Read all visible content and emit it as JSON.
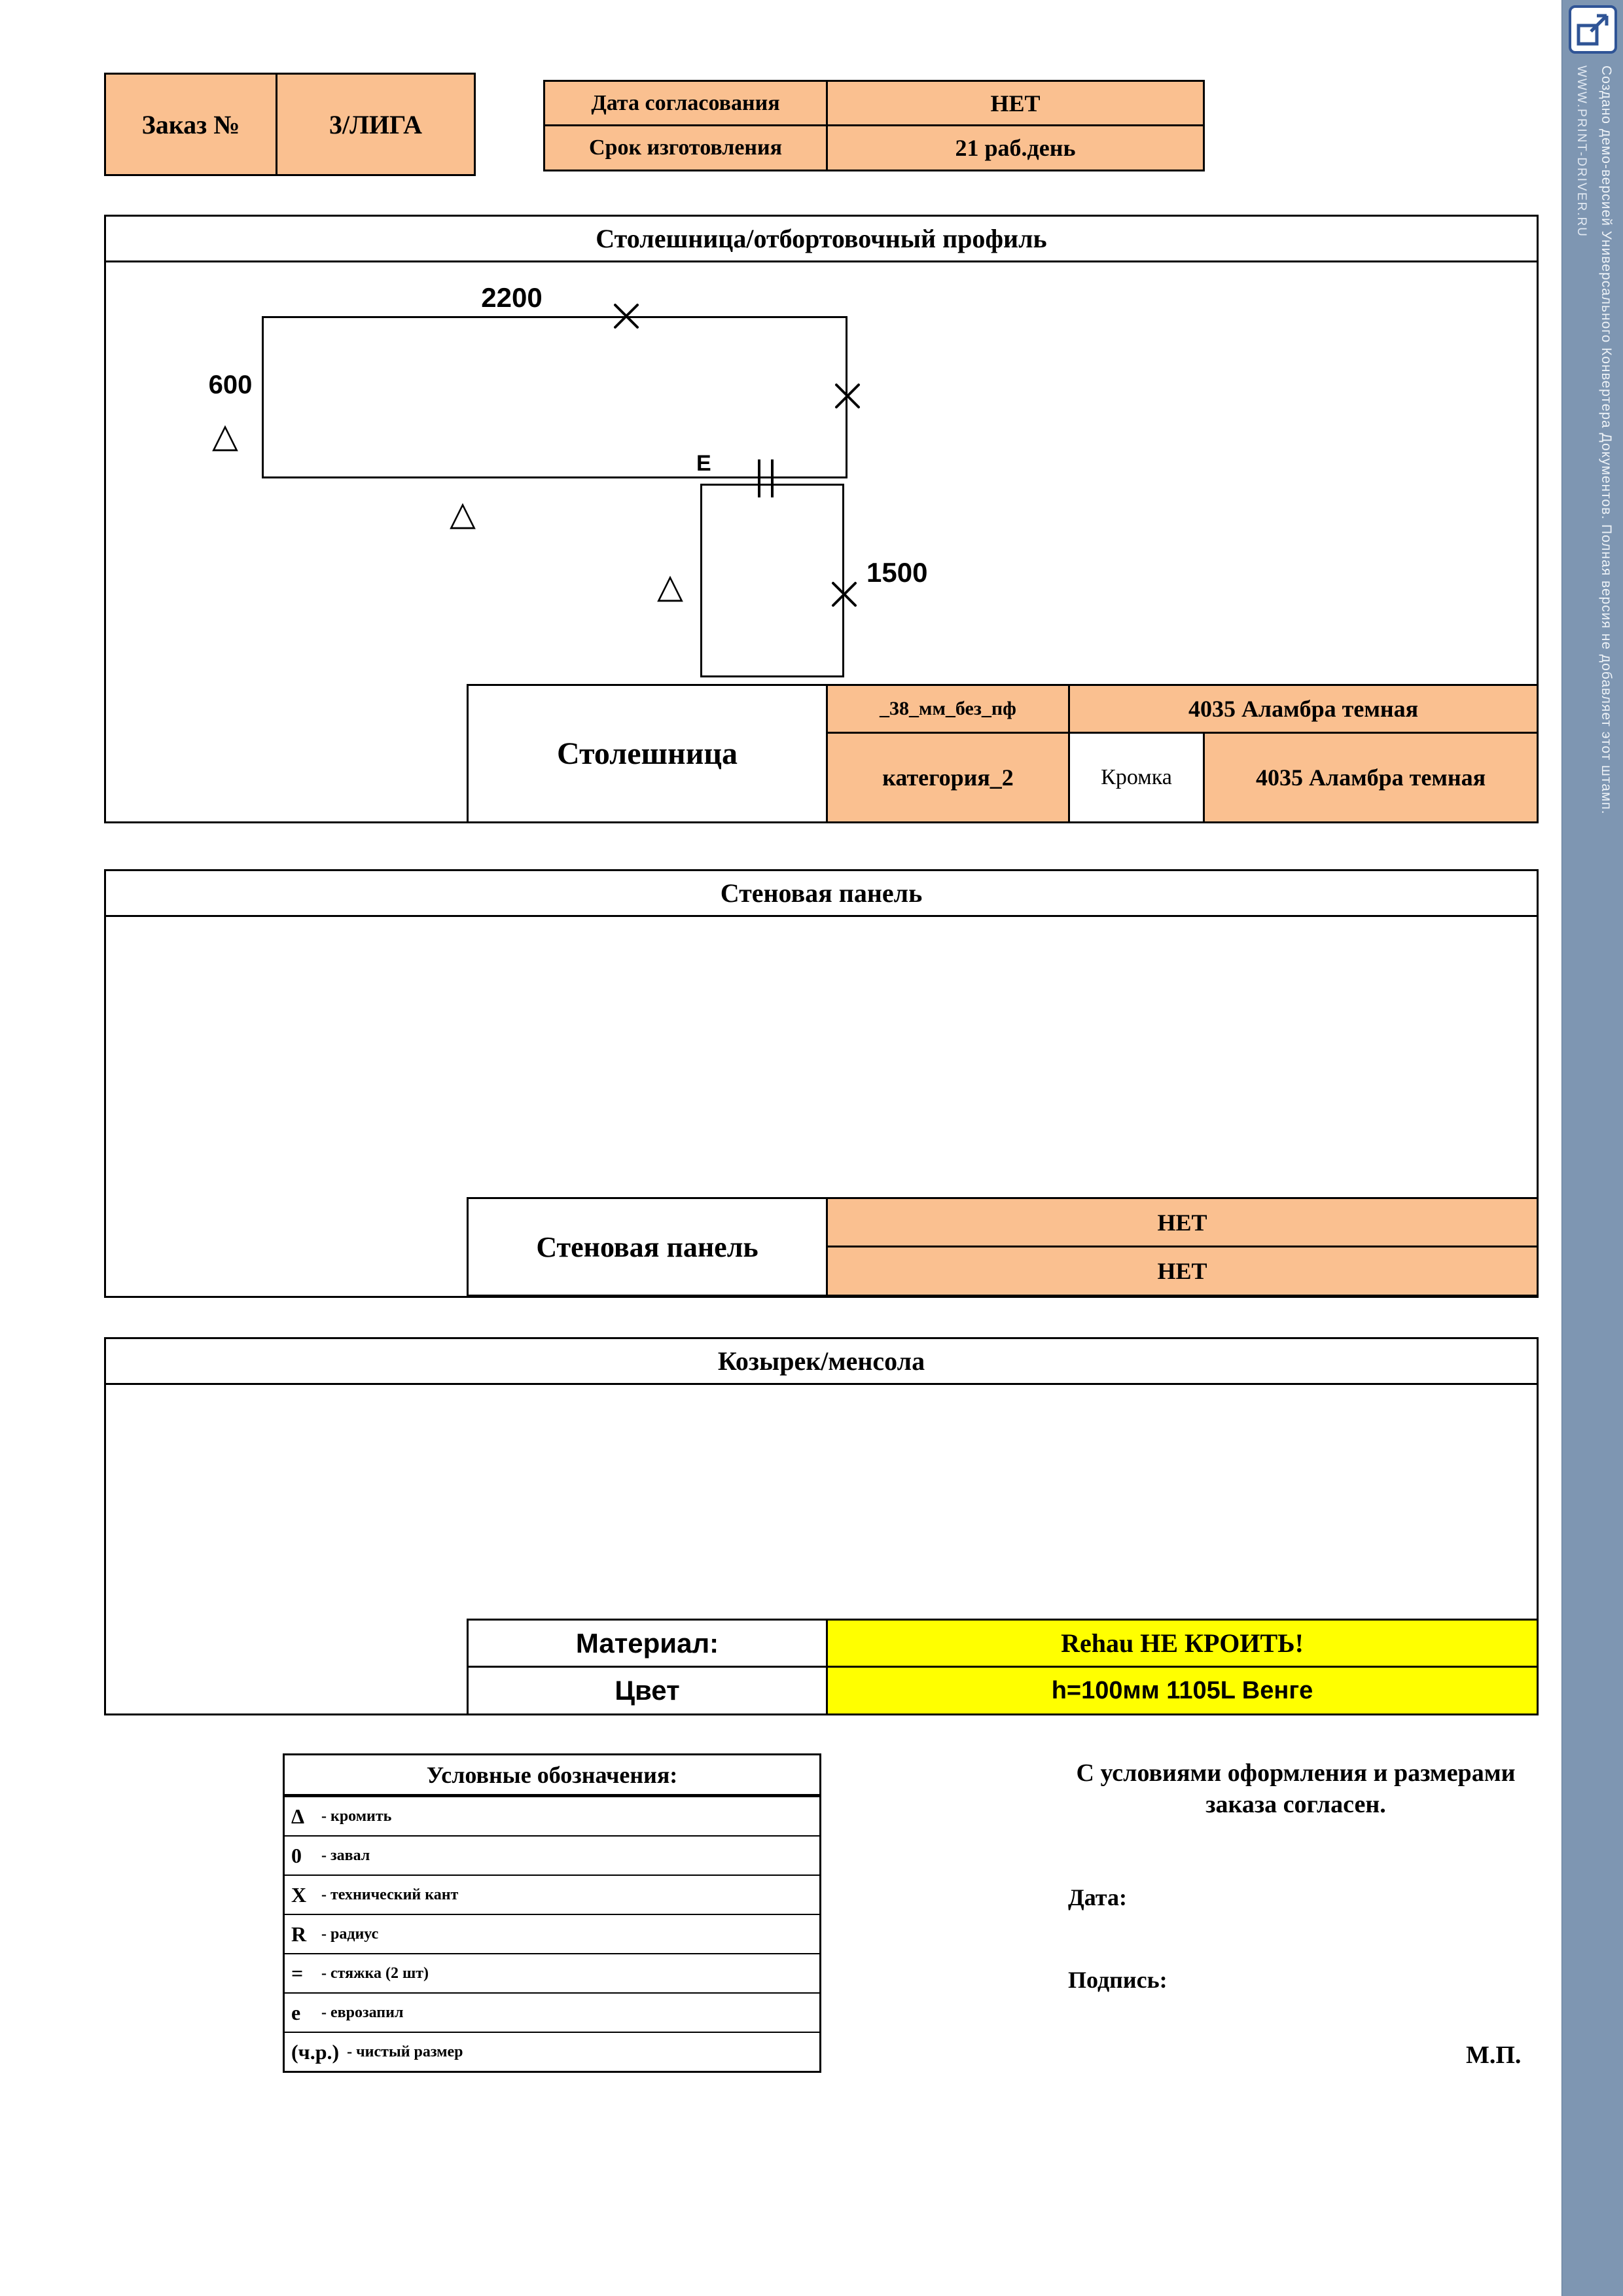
{
  "header": {
    "order_label": "Заказ №",
    "order_number": "3/ЛИГА",
    "approval": {
      "label": "Дата согласования",
      "value": "НЕТ"
    },
    "lead_time": {
      "label": "Срок изготовления",
      "value": "21 раб.день"
    }
  },
  "countertop": {
    "title": "Столешница/отбортовочный профиль",
    "drawing": {
      "width_mm": "2200",
      "depth_mm": "600",
      "length_mm": "1500",
      "joint_label": "Е"
    },
    "spec": {
      "name": "Столешница",
      "thickness": "_38_мм_без_пф",
      "decor": "4035 Аламбра темная",
      "category": "категория_2",
      "edge_label": "Кромка",
      "edge_decor": "4035 Аламбра темная"
    }
  },
  "wall_panel": {
    "title": "Стеновая панель",
    "spec": {
      "name": "Стеновая панель",
      "value_top": "НЕТ",
      "value_bottom": "НЕТ"
    }
  },
  "cornice": {
    "title": "Козырек/менсола",
    "spec": {
      "material_label": "Материал:",
      "material_value": "Rehau НЕ КРОИТЬ!",
      "color_label": "Цвет",
      "color_value": "h=100мм  1105L Венге"
    }
  },
  "legend": {
    "title": "Условные обозначения:",
    "items": [
      {
        "symbol": "Δ",
        "desc": "- кромить"
      },
      {
        "symbol": "0",
        "desc": "- завал"
      },
      {
        "symbol": "X",
        "desc": "- технический кант"
      },
      {
        "symbol": "R",
        "desc": "- радиус"
      },
      {
        "symbol": "=",
        "desc": "- стяжка (2 шт)"
      },
      {
        "symbol": "е",
        "desc": "- еврозапил"
      },
      {
        "symbol": "(ч.р.)",
        "desc": "- чистый размер"
      }
    ]
  },
  "signoff": {
    "agreement": "С условиями оформления и размерами заказа согласен.",
    "date_label": "Дата:",
    "signature_label": "Подпись:",
    "stamp": "М.П."
  },
  "watermark": {
    "line1": "Создано демо-версией Универсального Конвертера Документов. Полная версия не добавляет этот штамп.",
    "line2": "WWW.PRINT-DRIVER.RU"
  },
  "colors": {
    "accent_orange": "#FAC090",
    "highlight_yellow": "#FFFF00",
    "watermark_blue": "#7E96B2"
  }
}
